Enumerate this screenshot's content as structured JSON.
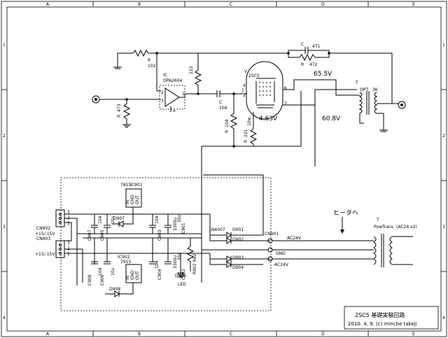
{
  "grid": {
    "columns": [
      "A",
      "B",
      "C",
      "D",
      "E"
    ],
    "rows": [
      "1",
      "2",
      "3",
      "4"
    ]
  },
  "title_block": {
    "title": "2SC5 基礎実験回路",
    "subtitle": "2010. 4. 9. (c) mincbe takeji"
  },
  "tube": {
    "ref": "V",
    "type": "2SC5",
    "pin_labels": [
      "4",
      "1",
      "2",
      "6",
      "7"
    ]
  },
  "opamp": {
    "ref": "IC",
    "type": "OPA2604",
    "pins": [
      "1",
      "2",
      "3"
    ]
  },
  "components": {
    "r_input_top": {
      "ref": "R",
      "value": "102"
    },
    "r_input_gnd": {
      "ref": "R",
      "value": "473"
    },
    "r_feedback": {
      "ref": "",
      "value": "223"
    },
    "c_couple": {
      "ref": "C",
      "value": "104"
    },
    "r_grid": {
      "ref": "R",
      "value": "104"
    },
    "r_cathode": {
      "ref": "R",
      "value": "221",
      "power": "10w"
    },
    "c_fb": {
      "ref": "C",
      "value": "471"
    },
    "r_fb": {
      "ref": "R",
      "value": "472"
    },
    "output_xfmr": {
      "ref": "T",
      "type": "OPT",
      "value": "3K"
    },
    "power_xfmr": {
      "ref": "T",
      "type": "PowTrans",
      "value": "(AC24 x2)"
    }
  },
  "voltages": {
    "plate": "65.5V",
    "screen": "60.8V",
    "cathode": "4.63V"
  },
  "psu": {
    "reg_pos": {
      "ref": "IC901",
      "type": "7815"
    },
    "reg_neg": {
      "ref": "IC902",
      "type": "7915"
    },
    "reg_pins": [
      "IN",
      "GND",
      "OUT"
    ],
    "diodes": [
      "D901",
      "D902",
      "D903",
      "D904"
    ],
    "diode_type": "1N4007",
    "d907": "D907",
    "d908": "D908",
    "d906": "D906",
    "led": "LED",
    "r_led": "R902",
    "r_led_value": "682",
    "caps": [
      "C907",
      "C905",
      "C903",
      "C901",
      "C902",
      "C904",
      "C906",
      "C908"
    ],
    "cap_values": [
      "104",
      "10u",
      "104",
      "3300u",
      "3300u",
      "104",
      "10u",
      "104"
    ],
    "cap_v": [
      "35v",
      "35v"
    ],
    "connectors": [
      {
        "ref": "CN902",
        "label": "+15/-15V",
        "pins": [
          "3",
          "2",
          "1"
        ]
      },
      {
        "ref": "CN903",
        "label": "+15/-15V",
        "pins": [
          "3",
          "2",
          "1"
        ]
      }
    ],
    "cn901": "CN901",
    "cn901_pins": [
      "AC24V",
      "GND",
      "AC24V"
    ],
    "heater_label": "ヒータへ"
  }
}
